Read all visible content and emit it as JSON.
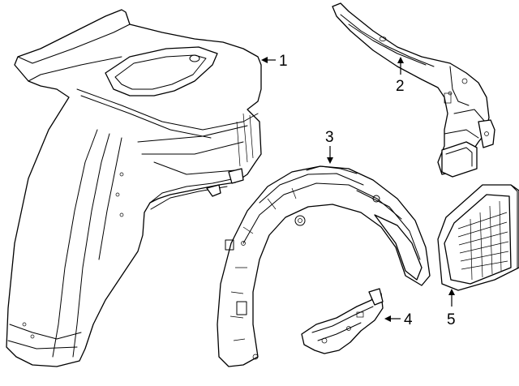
{
  "callouts": [
    {
      "number": "1",
      "part": "quarter-panel"
    },
    {
      "number": "2",
      "part": "inner-panel-bracket"
    },
    {
      "number": "3",
      "part": "wheel-house-liner"
    },
    {
      "number": "4",
      "part": "bracket"
    },
    {
      "number": "5",
      "part": "vent-grille"
    }
  ]
}
